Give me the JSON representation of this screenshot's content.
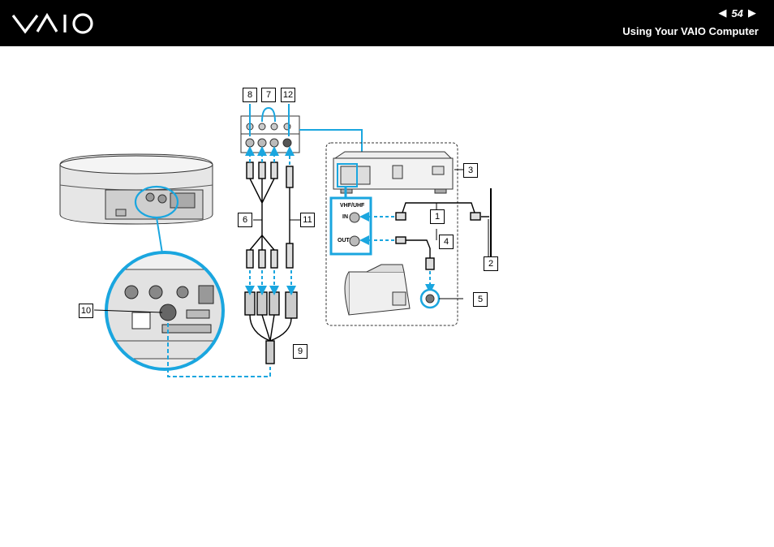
{
  "header": {
    "page_number": "54",
    "section_title": "Using Your VAIO Computer",
    "prev_icon": "triangle-left-icon",
    "next_icon": "triangle-right-icon",
    "accent_color": "#1aa6df"
  },
  "diagram": {
    "callouts": [
      "1",
      "2",
      "3",
      "4",
      "5",
      "6",
      "7",
      "8",
      "9",
      "10",
      "11",
      "12"
    ],
    "port_labels": {
      "vhf_uhf": "VHF/UHF",
      "in": "IN",
      "out": "OUT"
    }
  }
}
